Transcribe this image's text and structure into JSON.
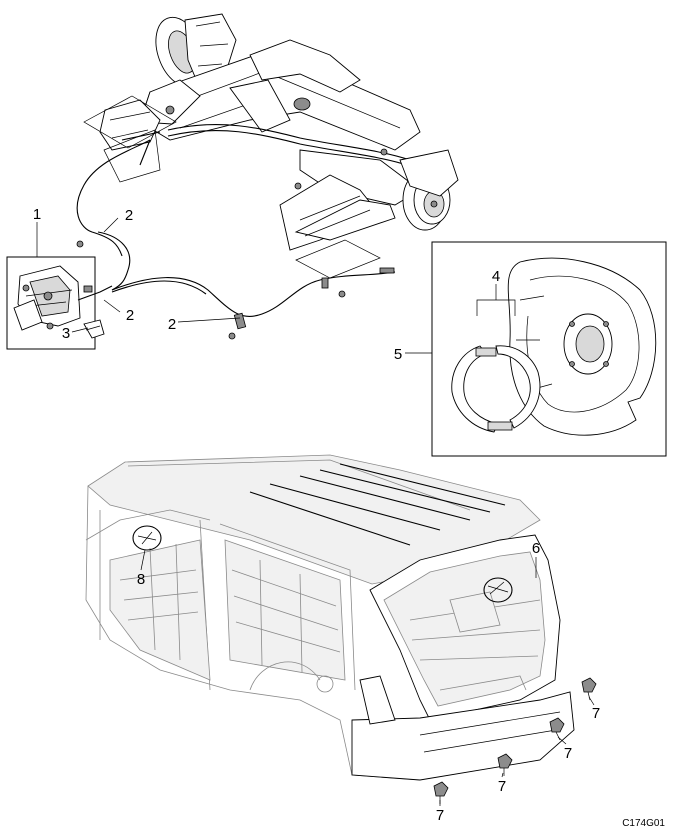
{
  "callouts": {
    "c1": "1",
    "c2a": "2",
    "c2b": "2",
    "c2c": "2",
    "c3": "3",
    "c4": "4",
    "c5": "5",
    "c6": "6",
    "c7a": "7",
    "c7b": "7",
    "c7c": "7",
    "c7d": "7",
    "c8": "8"
  },
  "figure_code": "C174G01"
}
